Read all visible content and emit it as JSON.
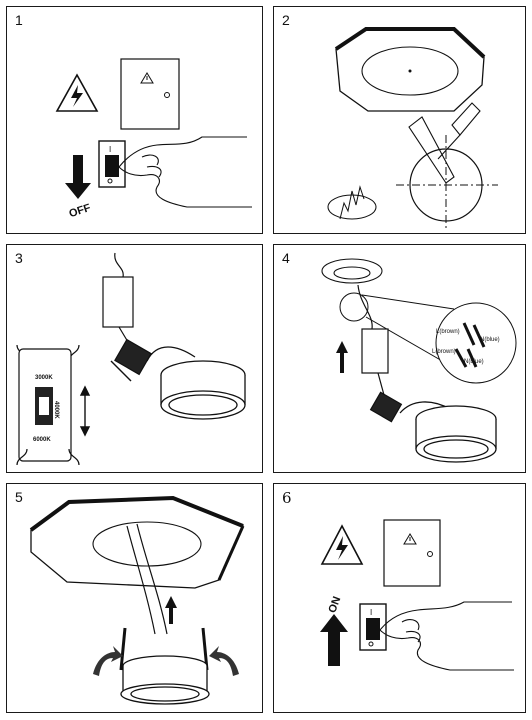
{
  "steps": [
    {
      "number": "1",
      "off_label": "OFF",
      "panel_mark": "I"
    },
    {
      "number": "2"
    },
    {
      "number": "3",
      "cct_top": "3000K",
      "cct_mid": "4000K",
      "cct_bottom": "6000K"
    },
    {
      "number": "4",
      "wire_labels": [
        "L(brown)",
        "N(blue)",
        "L(brown)",
        "N(blue)"
      ]
    },
    {
      "number": "5"
    },
    {
      "number": "6",
      "on_label": "ON",
      "panel_mark": "I"
    }
  ],
  "icons": [
    "electric-hazard-icon",
    "electrical-box-icon",
    "wall-switch-icon",
    "arrow-down-icon",
    "arrow-up-icon",
    "hole-saw-icon",
    "ceiling-hole-icon",
    "led-driver-icon",
    "downlight-icon",
    "rotate-arrow-icon"
  ]
}
